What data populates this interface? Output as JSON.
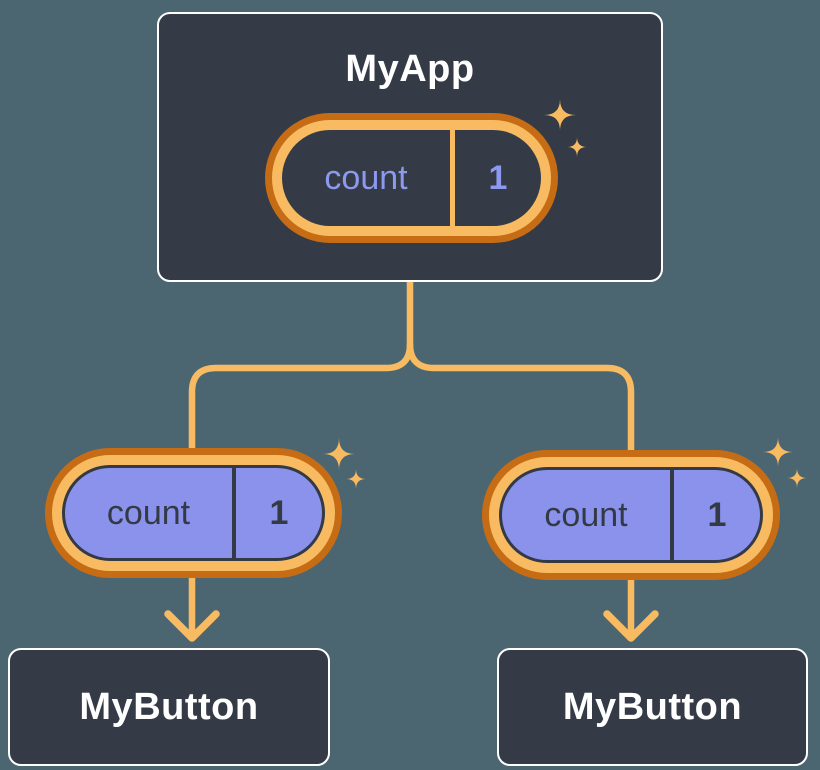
{
  "colors": {
    "background": "#4C6671",
    "box_fill": "#343A46",
    "box_border": "#FFFFFF",
    "ring_outer": "#C56C15",
    "ring_inner": "#F8BB61",
    "pill_purple": "#8A92EC",
    "text_purple": "#8C99EE",
    "text_dark": "#333A46",
    "text_light": "#FFFFFF",
    "connector": "#F8BB61"
  },
  "icons": {
    "sparkle": "sparkle-icon",
    "arrow_down": "arrow-down-icon"
  },
  "diagram": {
    "root": {
      "title": "MyApp",
      "state": {
        "name": "count",
        "value": "1"
      }
    },
    "children": [
      {
        "title": "MyButton",
        "state": {
          "name": "count",
          "value": "1"
        }
      },
      {
        "title": "MyButton",
        "state": {
          "name": "count",
          "value": "1"
        }
      }
    ]
  }
}
